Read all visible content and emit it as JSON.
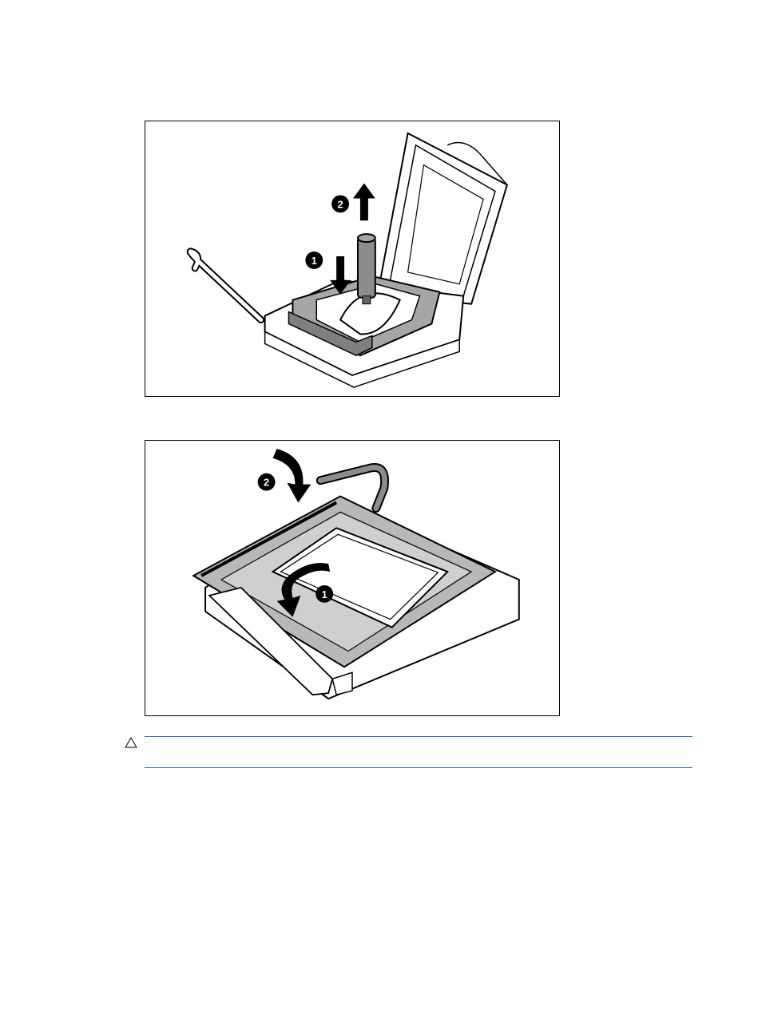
{
  "figures": [
    {
      "callouts": [
        "1",
        "2"
      ]
    },
    {
      "callouts": [
        "1",
        "2"
      ]
    }
  ],
  "caution": {
    "icon": "caution-triangle-icon",
    "text": ""
  },
  "colors": {
    "rule": "#2f6db5",
    "frame": "#000000"
  }
}
